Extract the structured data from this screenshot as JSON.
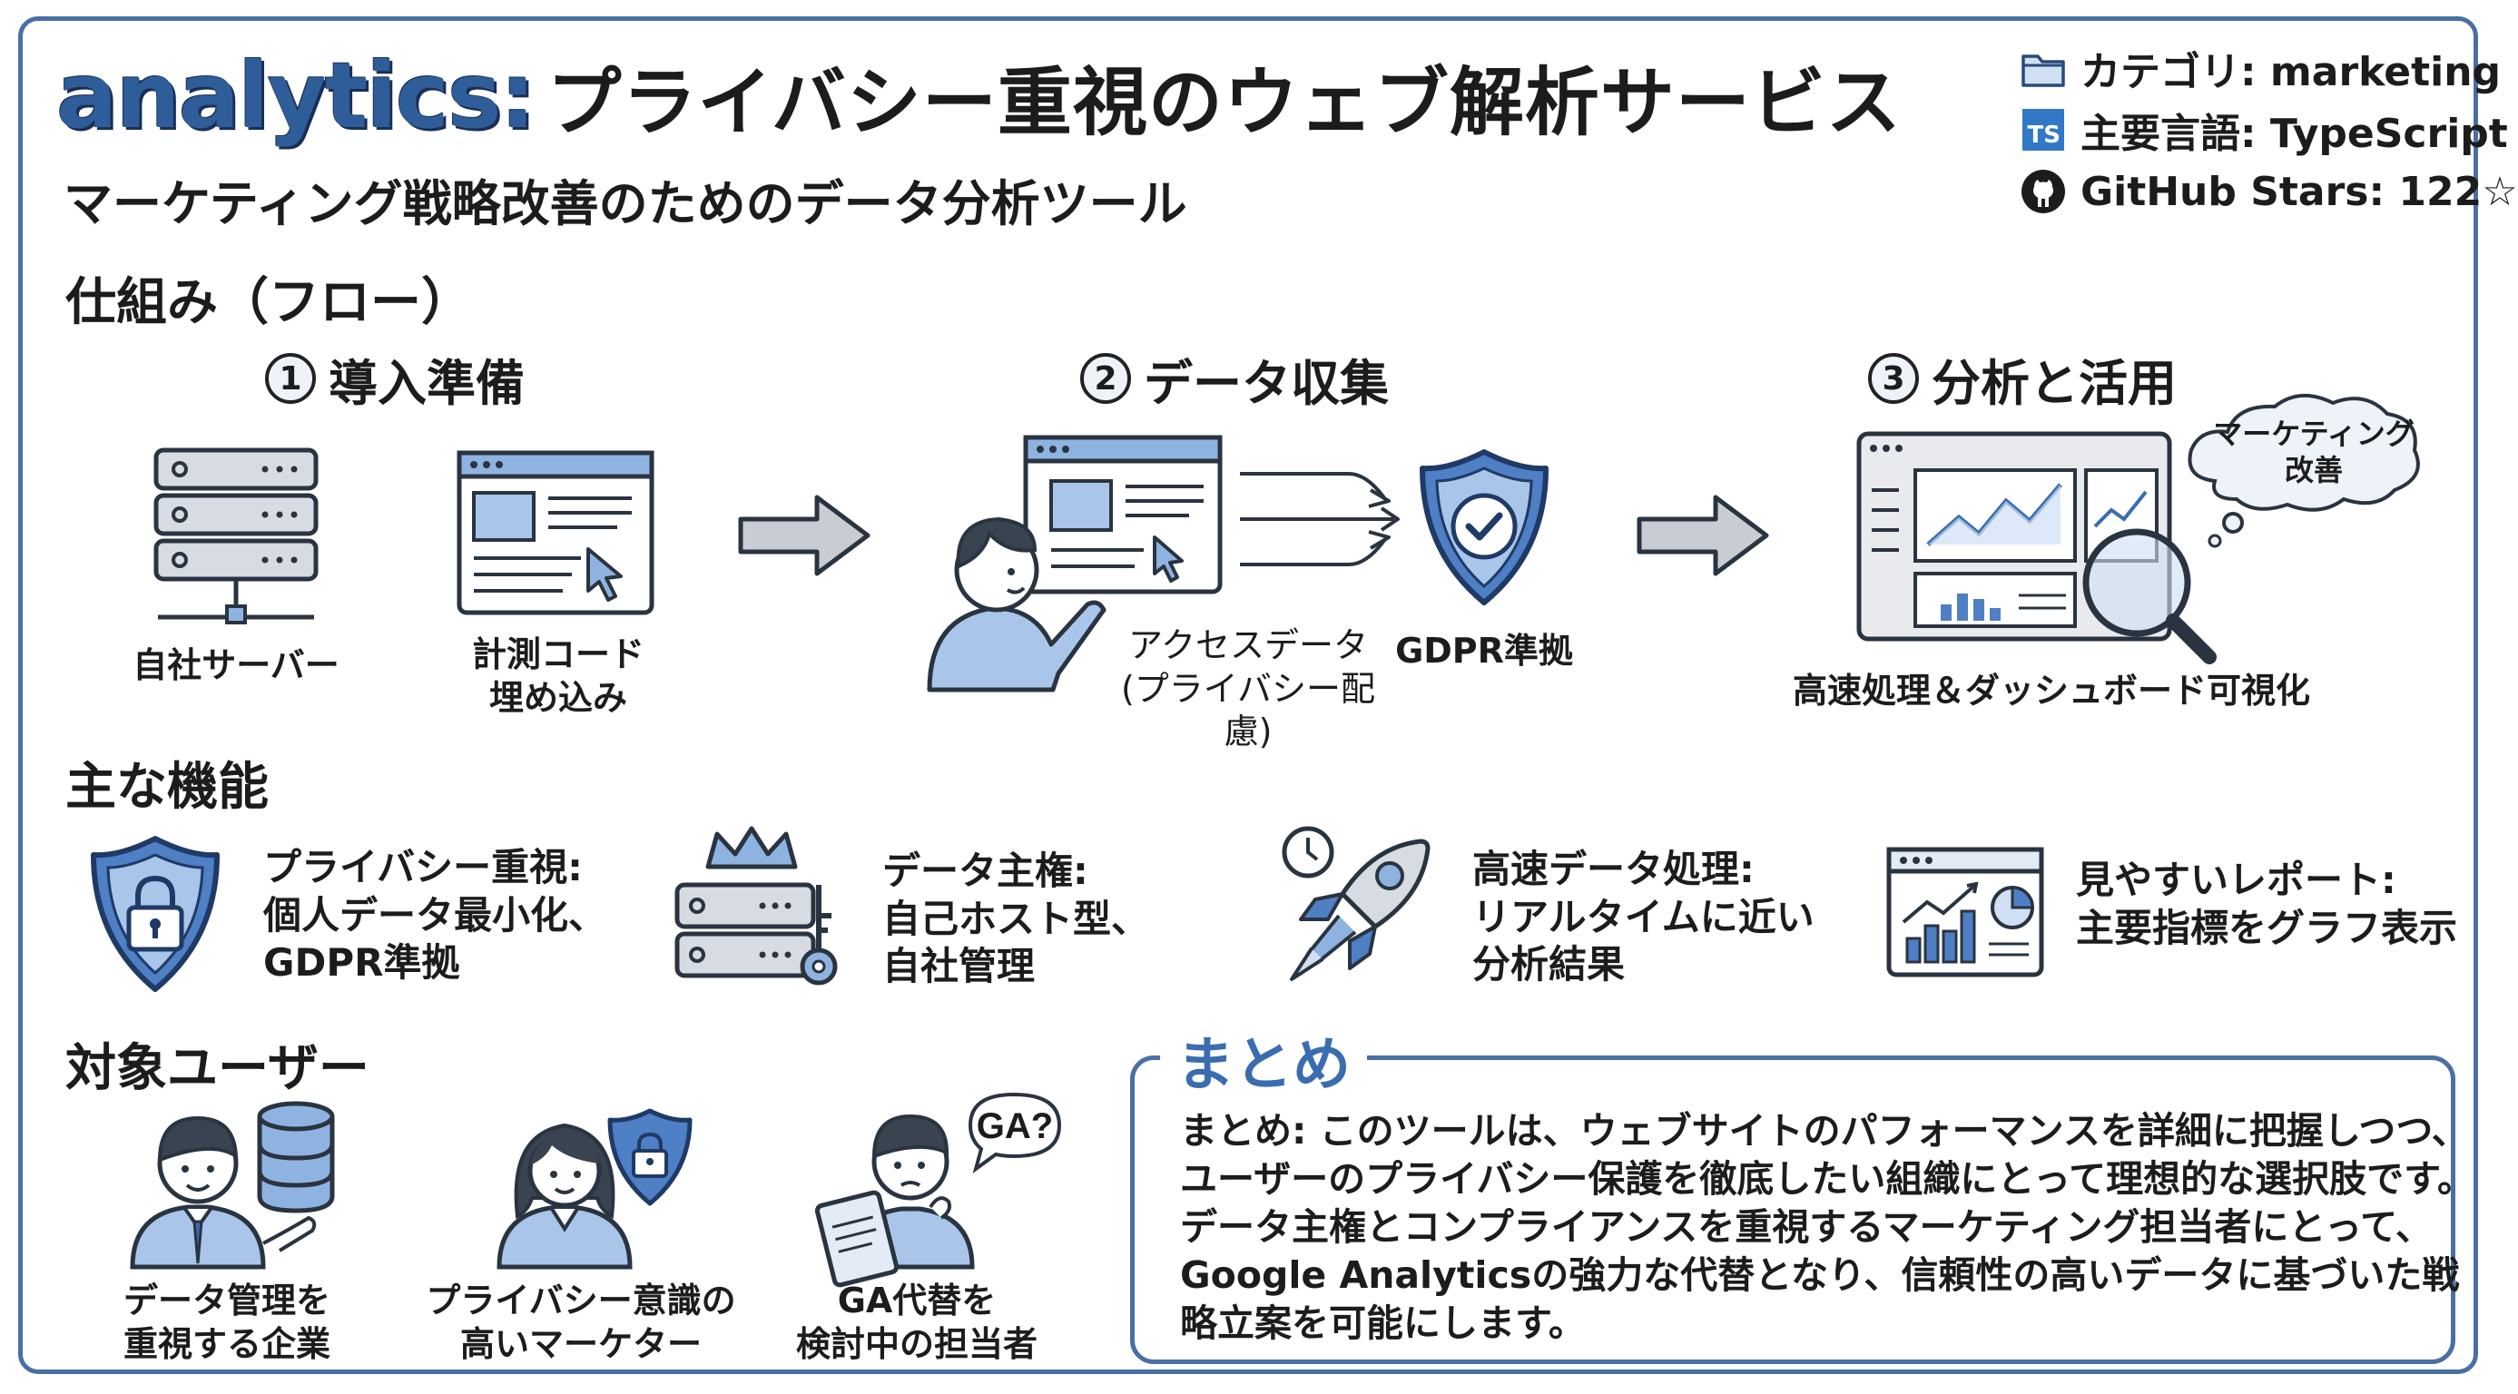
{
  "header": {
    "title_main": "analytics:",
    "title_rest": "プライバシー重視のウェブ解析サービス",
    "subtitle": "マーケティング戦略改善のためのデータ分析ツール",
    "meta": [
      {
        "icon": "folder-icon",
        "label": "カテゴリ: marketing"
      },
      {
        "icon": "typescript-icon",
        "badge": "TS",
        "label": "主要言語: TypeScript"
      },
      {
        "icon": "github-icon",
        "label": "GitHub Stars: 122☆"
      }
    ]
  },
  "flow": {
    "heading": "仕組み（フロー）",
    "steps": [
      {
        "num": "1",
        "title": "導入準備"
      },
      {
        "num": "2",
        "title": "データ収集"
      },
      {
        "num": "3",
        "title": "分析と活用"
      }
    ],
    "captions": {
      "server": "自社サーバー",
      "code": "計測コード\n埋め込み",
      "access": "アクセスデータ\n(プライバシー配慮)",
      "gdpr": "GDPR準拠",
      "dashboard": "高速処理＆ダッシュボード可視化",
      "thought": "マーケティング\n改善"
    }
  },
  "features": {
    "heading": "主な機能",
    "items": [
      {
        "icon": "shield-lock-icon",
        "text": "プライバシー重視:\n個人データ最小化、\nGDPR準拠"
      },
      {
        "icon": "crown-server-key-icon",
        "text": "データ主権:\n自己ホスト型、\n自社管理"
      },
      {
        "icon": "rocket-clock-icon",
        "text": "高速データ処理:\nリアルタイムに近い\n分析結果"
      },
      {
        "icon": "report-chart-icon",
        "text": "見やすいレポート:\n主要指標をグラフ表示"
      }
    ]
  },
  "users": {
    "heading": "対象ユーザー",
    "items": [
      {
        "icon": "businessman-database-icon",
        "label": "データ管理を\n重視する企業"
      },
      {
        "icon": "marketer-shield-icon",
        "label": "プライバシー意識の\n高いマーケター"
      },
      {
        "icon": "person-tablet-icon",
        "label": "GA代替を\n検討中の担当者",
        "bubble": "GA?"
      }
    ]
  },
  "summary": {
    "heading": "まとめ",
    "lines": [
      "まとめ: このツールは、ウェブサイトのパフォーマンスを詳細に把握しつつ、",
      "ユーザーのプライバシー保護を徹底したい組織にとって理想的な選択肢です。",
      "データ主権とコンプライアンスを重視するマーケティング担当者にとって、",
      "Google Analyticsの強力な代替となり、信頼性の高いデータに基づいた戦",
      "略立案を可能にします。"
    ]
  }
}
